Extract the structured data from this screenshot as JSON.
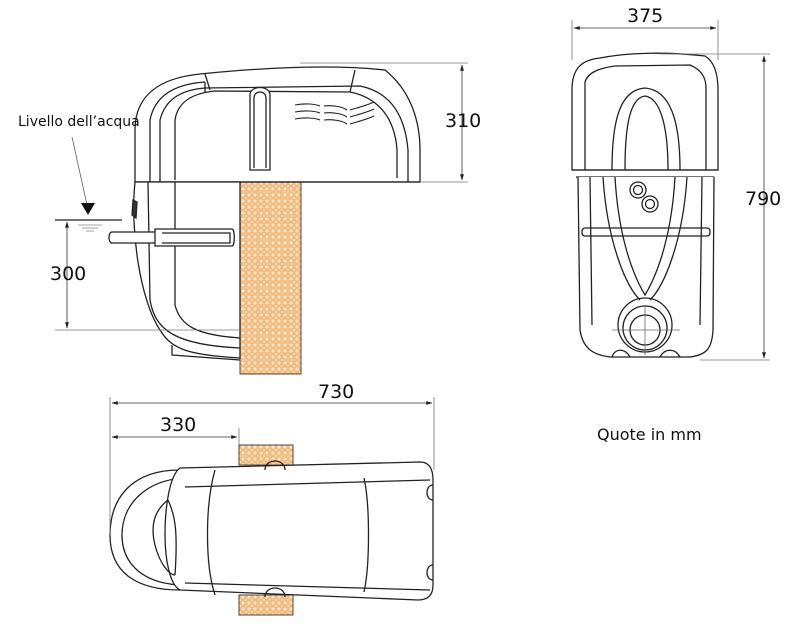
{
  "drawing": {
    "units_note": "Quote in  mm",
    "water_level_label": "Livello dell’acqua",
    "colors": {
      "line": "#222222",
      "dim_line": "#777777",
      "wall_fill": "#f6b777",
      "wall_pattern": "#ffe8cc",
      "background": "#ffffff"
    },
    "side_view": {
      "dim_height_top": "310",
      "dim_water_depth": "300"
    },
    "front_view": {
      "dim_width": "375",
      "dim_height": "790"
    },
    "top_view": {
      "dim_total_length": "730",
      "dim_to_wall": "330"
    }
  }
}
